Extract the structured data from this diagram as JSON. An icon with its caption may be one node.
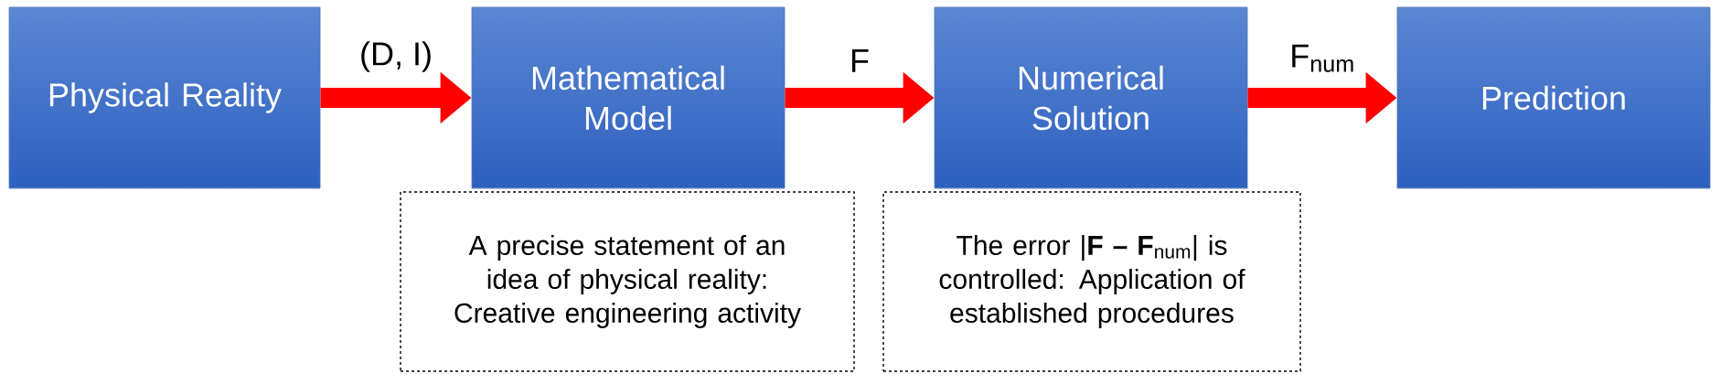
{
  "diagram": {
    "nodes": [
      {
        "text": [
          "Physical Reality"
        ]
      },
      {
        "text": [
          "Mathematical Model"
        ]
      },
      {
        "text": [
          "Numerical Solution"
        ]
      },
      {
        "text": [
          "Prediction"
        ]
      },
      {
        "text": [
          "A precise statement of an idea of physical reality: Creative engineering activity"
        ]
      },
      {
        "text": [
          "The error |**F – F**$_{num}$| is controlled: Application of established procedures"
        ]
      }
    ],
    "edges": [
      {
        "from": 0,
        "to": 1,
        "arrow": "to",
        "label": "(D, I)"
      },
      {
        "from": 1,
        "to": 2,
        "arrow": "to",
        "label": "F"
      },
      {
        "from": 2,
        "to": 3,
        "arrow": "to",
        "label": "F$_{num}$"
      }
    ]
  }
}
